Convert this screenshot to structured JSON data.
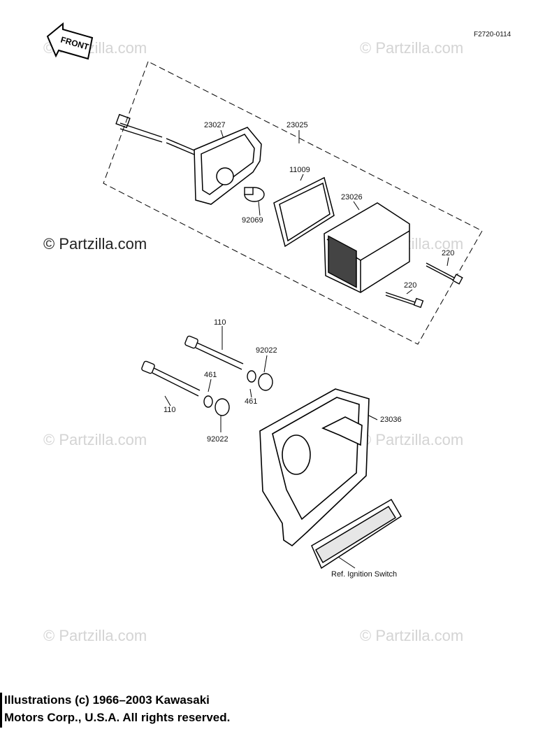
{
  "diagram": {
    "code": "F2720-0114",
    "front_label": "FRONT",
    "parts": {
      "p23027": "23027",
      "p23025": "23025",
      "p11009": "11009",
      "p92069": "92069",
      "p23026": "23026",
      "p220a": "220",
      "p220b": "220",
      "p110a": "110",
      "p92022a": "92022",
      "p461a": "461",
      "p461b": "461",
      "p110b": "110",
      "p92022b": "92022",
      "p23036": "23036",
      "ref": "Ref. Ignition Switch"
    }
  },
  "watermarks": {
    "text": "© Partzilla.com"
  },
  "footer": {
    "line1": "Illustrations (c) 1966–2003 Kawasaki",
    "line2": "Motors Corp., U.S.A.  All rights reserved."
  }
}
